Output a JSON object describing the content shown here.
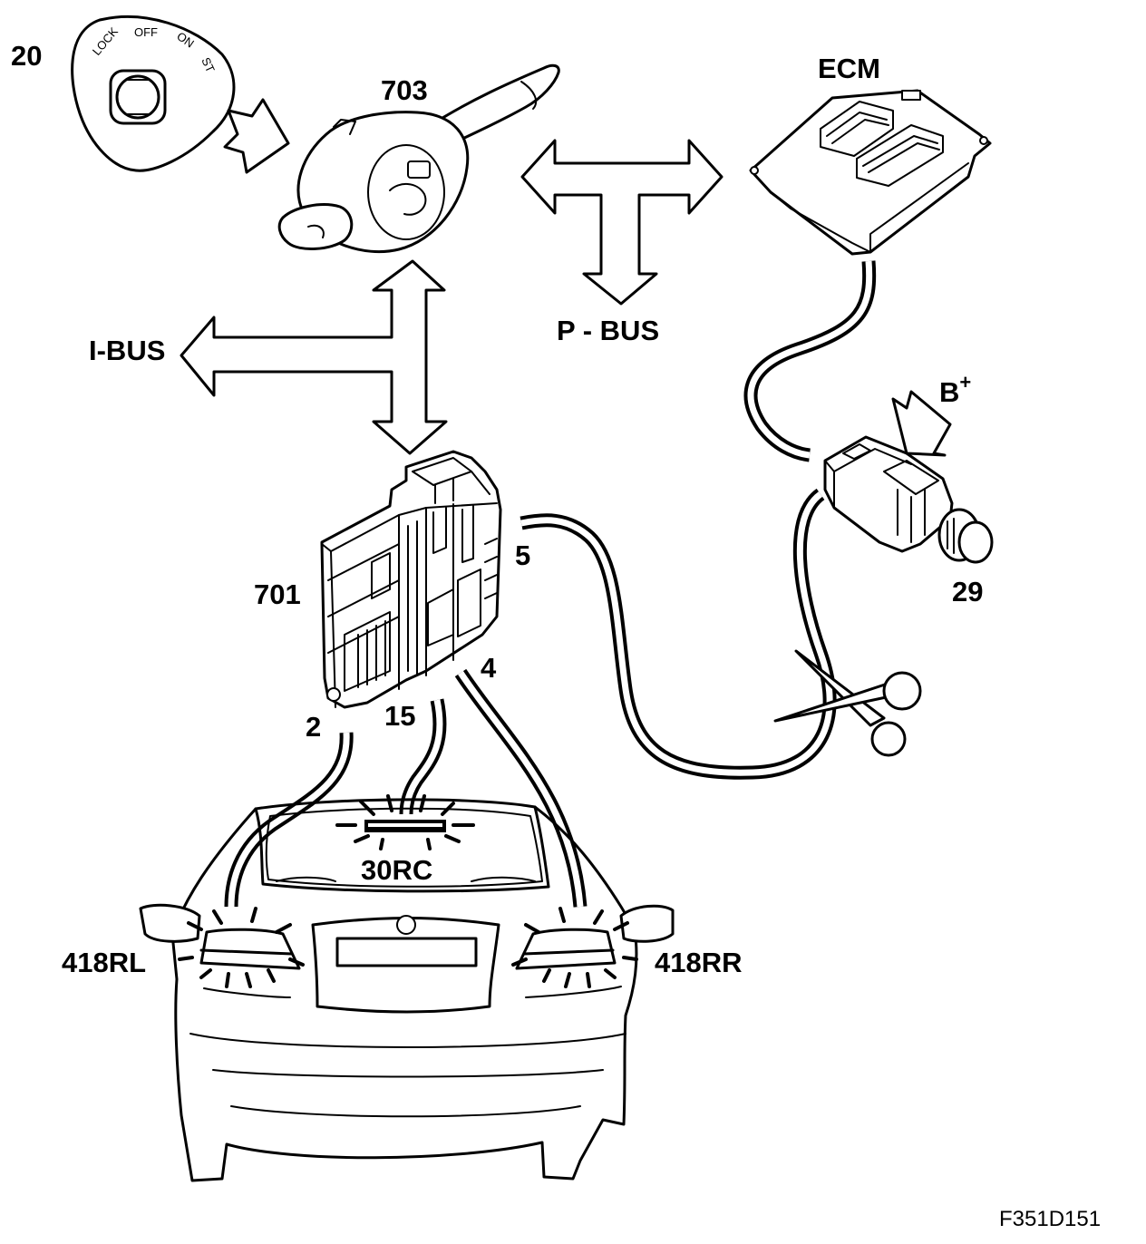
{
  "labels": {
    "ignition_switch": "20",
    "switch_positions": [
      "LOCK",
      "OFF",
      "ON",
      "ST"
    ],
    "steering_module": "703",
    "ecm": "ECM",
    "i_bus": "I-BUS",
    "p_bus": "P - BUS",
    "battery": "B",
    "battery_sup": "+",
    "brake_switch": "29",
    "central_module": "701",
    "pin_5": "5",
    "pin_4": "4",
    "pin_2": "2",
    "pin_15": "15",
    "high_brake_light": "30RC",
    "rear_left_light": "418RL",
    "rear_right_light": "418RR",
    "figure_ref": "F351D151"
  }
}
